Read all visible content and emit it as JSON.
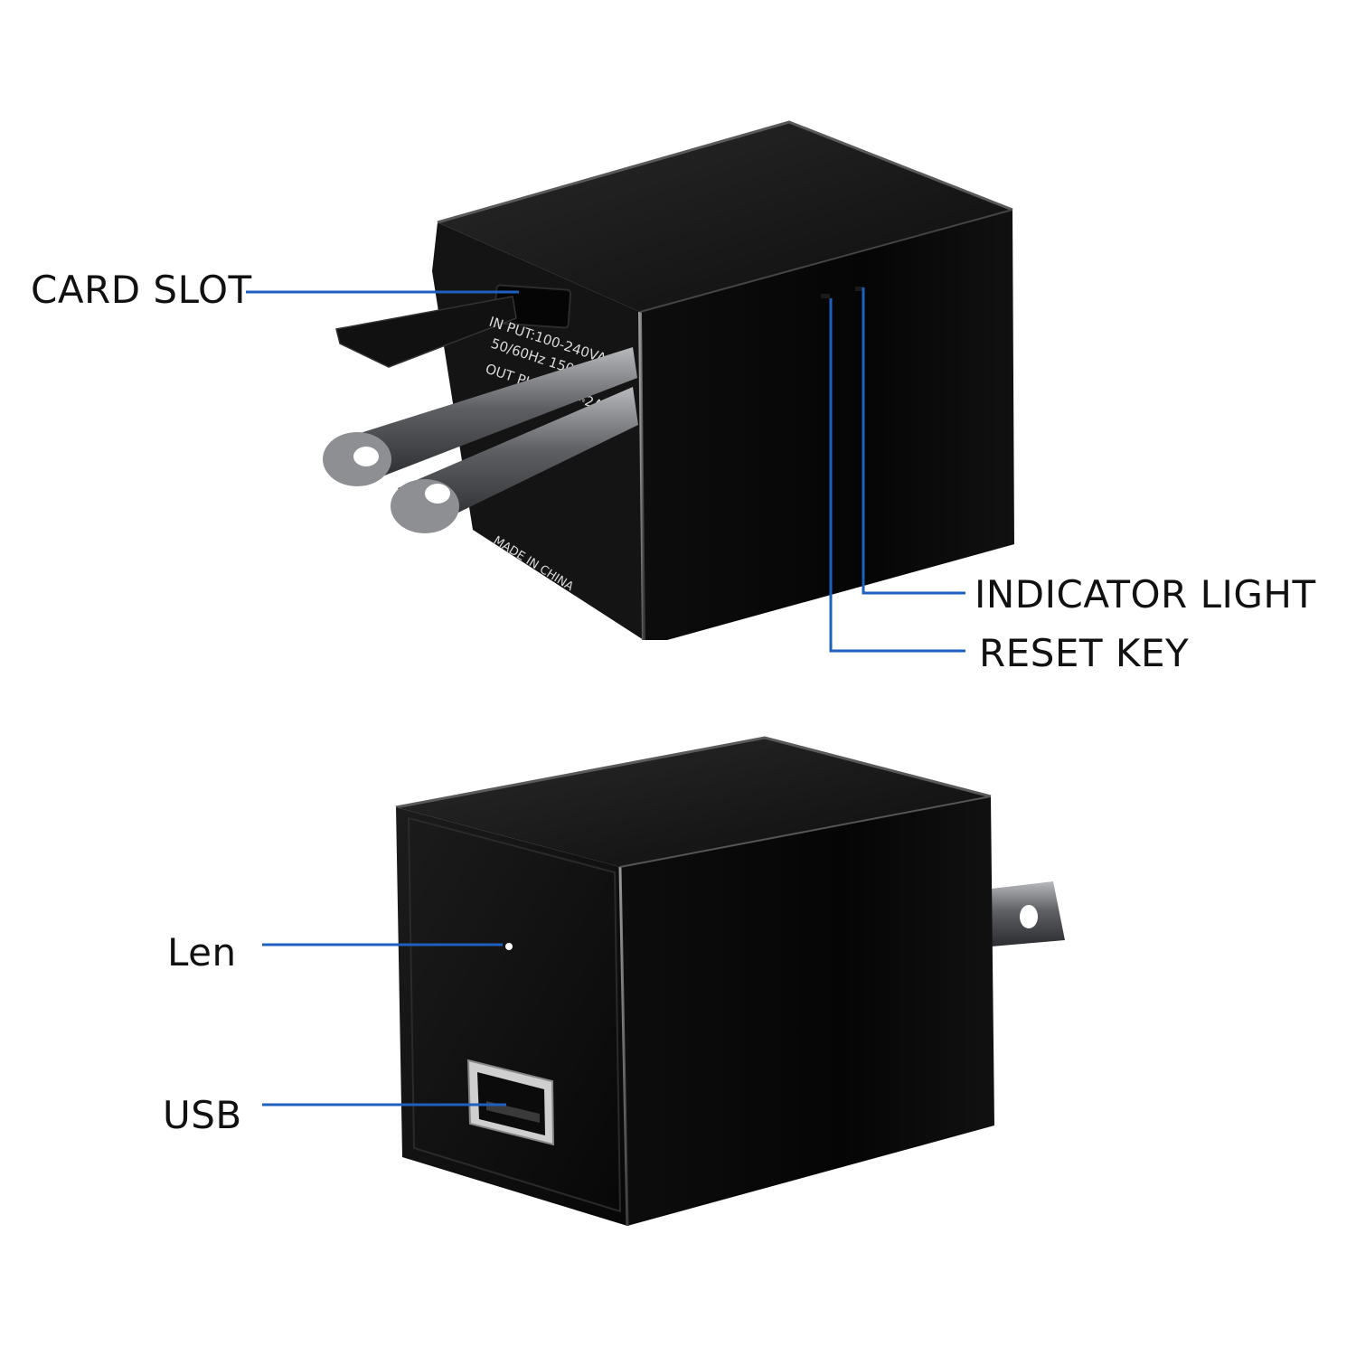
{
  "callouts": {
    "card_slot": "CARD SLOT",
    "indicator_light": "INDICATOR LIGHT",
    "reset_key": "RESET KEY",
    "len": "Len",
    "usb": "USB"
  },
  "case_text": {
    "input": "IN PUT:100-240VAC",
    "frequency": "50/60Hz 150mA",
    "output": "OUT PUT:5.0V⎓2A",
    "origin": "MADE IN CHINA"
  },
  "colors": {
    "callout_line": "#1f5fbf",
    "body": "#0b0b0b",
    "prong": "#7d7f84",
    "background": "#ffffff"
  },
  "icons": [
    "charger-back-view",
    "charger-front-view",
    "usb-port-icon",
    "lens-dot-icon",
    "prong-icon"
  ]
}
